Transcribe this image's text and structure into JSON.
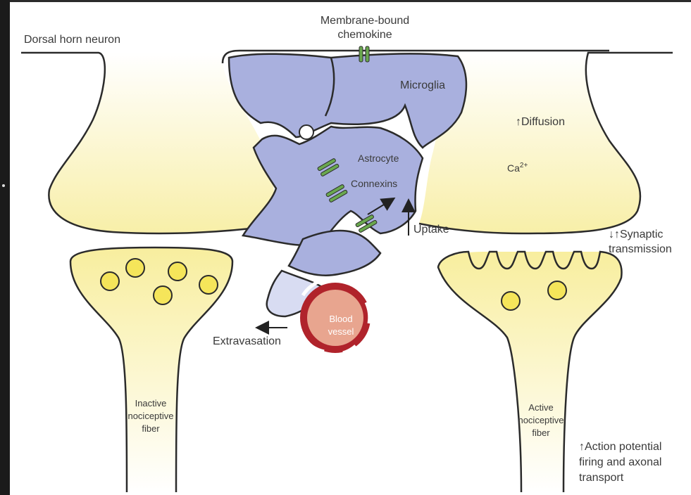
{
  "labels": {
    "dorsal_horn_neuron": "Dorsal horn neuron",
    "membrane_chemokine_line1": "Membrane-bound",
    "membrane_chemokine_line2": "chemokine",
    "microglia": "Microglia",
    "astrocyte": "Astrocyte",
    "connexins": "Connexins",
    "diffusion": "↑Diffusion",
    "calcium": "Ca",
    "calcium_sup": "2+",
    "uptake": "Uptake",
    "synaptic_line1": "↓↑Synaptic",
    "synaptic_line2": "transmission",
    "blood_vessel_line1": "Blood",
    "blood_vessel_line2": "vessel",
    "extravasation": "Extravasation",
    "inactive_line1": "Inactive",
    "inactive_line2": "nociceptive",
    "inactive_line3": "fiber",
    "active_line1": "Active",
    "active_line2": "nociceptive",
    "active_line3": "fiber",
    "action_line1": "↑Action potential",
    "action_line2": "firing and axonal",
    "action_line3": "transport"
  },
  "colors": {
    "neuron_fill": "#fbf6c8",
    "neuron_stroke": "#2b2b2b",
    "glia_fill": "#a9b0de",
    "glia_stroke": "#2b2b2b",
    "vesicle_fill": "#f5e55a",
    "vessel_outer": "#b0232b",
    "vessel_inner": "#e8a58f",
    "connexin": "#6aa84f"
  }
}
